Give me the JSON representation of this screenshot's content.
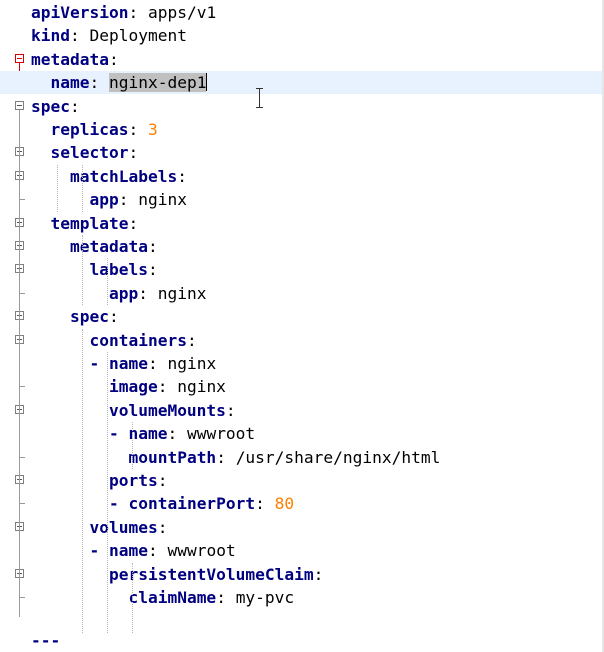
{
  "editor": {
    "lines": [
      {
        "indent": "",
        "key": "apiVersion",
        "sep": ": ",
        "value": "apps/v1",
        "vtype": "s"
      },
      {
        "indent": "",
        "key": "kind",
        "sep": ": ",
        "value": "Deployment",
        "vtype": "s"
      },
      {
        "indent": "",
        "key": "metadata",
        "sep": ":",
        "value": "",
        "vtype": "s"
      },
      {
        "indent": "  ",
        "key": "name",
        "sep": ": ",
        "value": "nginx-dep1",
        "vtype": "s"
      },
      {
        "indent": "",
        "key": "spec",
        "sep": ":",
        "value": "",
        "vtype": "s"
      },
      {
        "indent": "  ",
        "key": "replicas",
        "sep": ": ",
        "value": "3",
        "vtype": "n"
      },
      {
        "indent": "  ",
        "key": "selector",
        "sep": ":",
        "value": "",
        "vtype": "s"
      },
      {
        "indent": "    ",
        "key": "matchLabels",
        "sep": ":",
        "value": "",
        "vtype": "s"
      },
      {
        "indent": "      ",
        "key": "app",
        "sep": ": ",
        "value": "nginx",
        "vtype": "s"
      },
      {
        "indent": "  ",
        "key": "template",
        "sep": ":",
        "value": "",
        "vtype": "s"
      },
      {
        "indent": "    ",
        "key": "metadata",
        "sep": ":",
        "value": "",
        "vtype": "s"
      },
      {
        "indent": "      ",
        "key": "labels",
        "sep": ":",
        "value": "",
        "vtype": "s"
      },
      {
        "indent": "        ",
        "key": "app",
        "sep": ": ",
        "value": "nginx",
        "vtype": "s"
      },
      {
        "indent": "    ",
        "key": "spec",
        "sep": ":",
        "value": "",
        "vtype": "s"
      },
      {
        "indent": "      ",
        "key": "containers",
        "sep": ":",
        "value": "",
        "vtype": "s"
      },
      {
        "indent": "      ",
        "dash": "- ",
        "key": "name",
        "sep": ": ",
        "value": "nginx",
        "vtype": "s"
      },
      {
        "indent": "        ",
        "key": "image",
        "sep": ": ",
        "value": "nginx",
        "vtype": "s"
      },
      {
        "indent": "        ",
        "key": "volumeMounts",
        "sep": ":",
        "value": "",
        "vtype": "s"
      },
      {
        "indent": "        ",
        "dash": "- ",
        "key": "name",
        "sep": ": ",
        "value": "wwwroot",
        "vtype": "s"
      },
      {
        "indent": "          ",
        "key": "mountPath",
        "sep": ": ",
        "value": "/usr/share/nginx/html",
        "vtype": "s"
      },
      {
        "indent": "        ",
        "key": "ports",
        "sep": ":",
        "value": "",
        "vtype": "s"
      },
      {
        "indent": "        ",
        "dash": "- ",
        "key": "containerPort",
        "sep": ": ",
        "value": "80",
        "vtype": "n"
      },
      {
        "indent": "      ",
        "key": "volumes",
        "sep": ":",
        "value": "",
        "vtype": "s"
      },
      {
        "indent": "      ",
        "dash": "- ",
        "key": "name",
        "sep": ": ",
        "value": "wwwroot",
        "vtype": "s"
      },
      {
        "indent": "        ",
        "key": "persistentVolumeClaim",
        "sep": ":",
        "value": "",
        "vtype": "s"
      },
      {
        "indent": "          ",
        "key": "claimName",
        "sep": ": ",
        "value": "my-pvc",
        "vtype": "s"
      }
    ],
    "document_end": "---",
    "active_line": 3,
    "selected_value_line": 3
  },
  "colors": {
    "key": "#000080",
    "number": "#ff8000",
    "fold_active": "#d40000",
    "fold": "#7f7f7f",
    "selection": "#c0c0c0"
  }
}
